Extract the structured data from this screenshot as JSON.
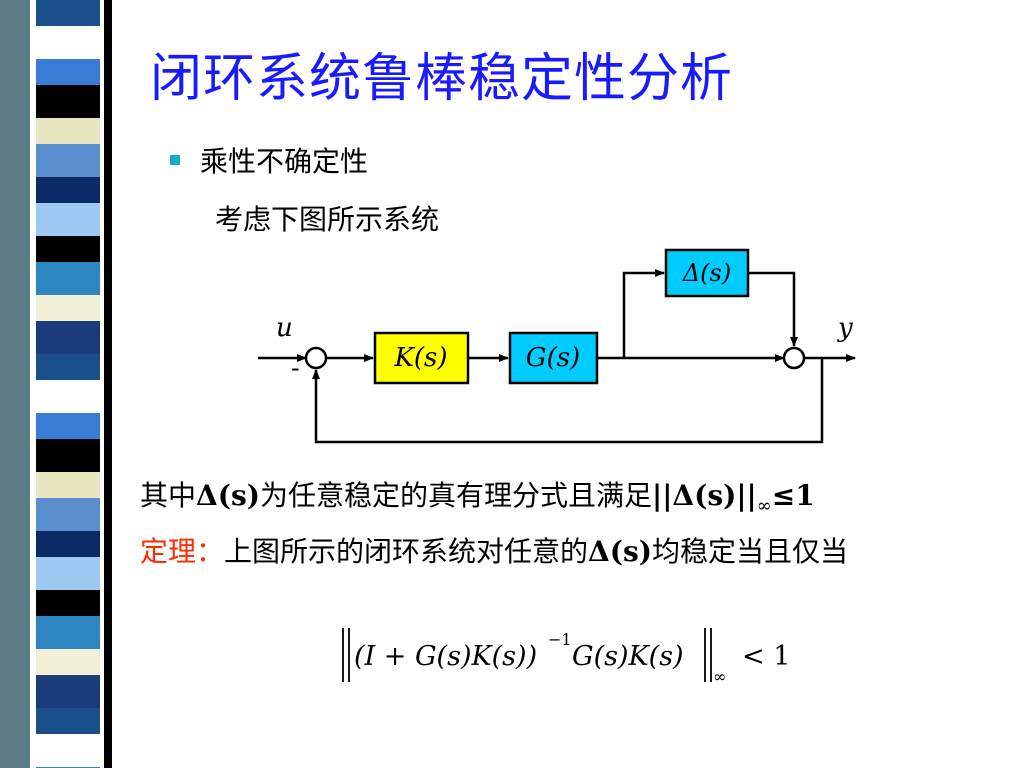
{
  "title": "闭环系统鲁棒稳定性分析",
  "bullet": {
    "text": "乘性不确定性"
  },
  "subline": "考虑下图所示系统",
  "diagram": {
    "input_label": "u",
    "output_label": "y",
    "minus_sign": "-",
    "delta_block": "Δ(s)",
    "k_block": "K(s)",
    "g_block": "G(s)",
    "colors": {
      "k_block_fill": "#ffff00",
      "g_block_fill": "#00ccff",
      "delta_block_fill": "#00ccff"
    }
  },
  "description": {
    "prefix": "其中",
    "delta1": "Δ(s)",
    "middle": "为任意稳定的真有理分式且满足",
    "norm_open": "||",
    "delta2": "Δ(s)",
    "norm_close": "||",
    "inf": "∞",
    "leq": "≤1"
  },
  "theorem": {
    "label": "定理：",
    "text_a": "上图所示的闭环系统对任意的",
    "delta": "Δ(s)",
    "text_b": "均稳定当且仅当"
  },
  "formula": {
    "body": "(I + G(s)K(s))",
    "exponent": "−1",
    "tail": "G(s)K(s)",
    "subscript": "∞",
    "rhs": "< 1"
  }
}
